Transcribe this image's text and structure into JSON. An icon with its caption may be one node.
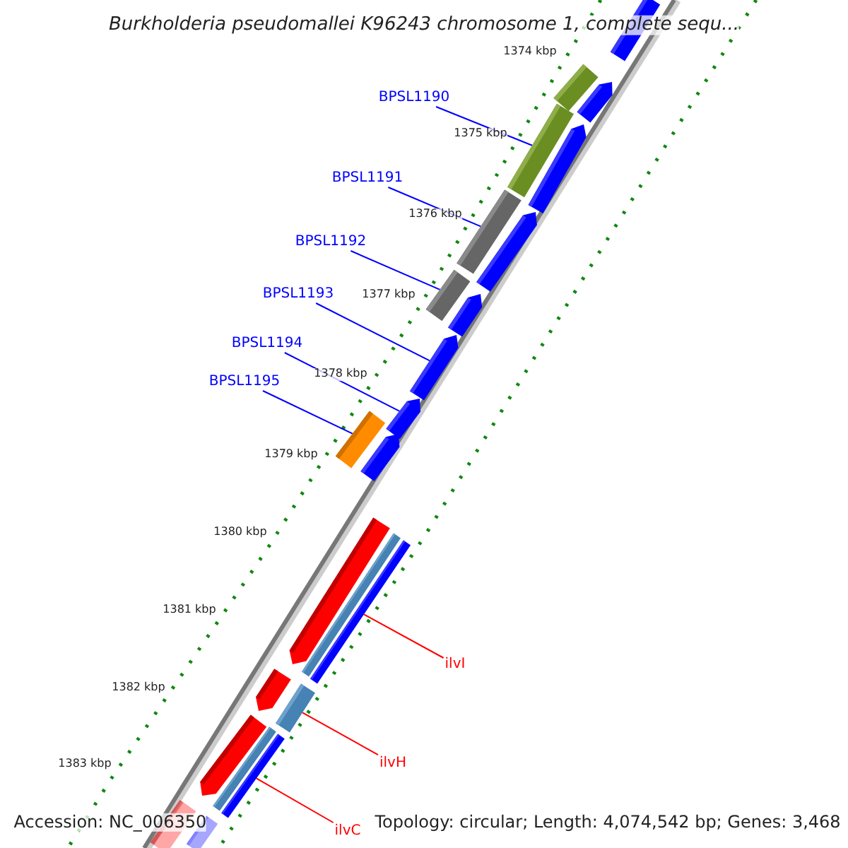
{
  "diagram": {
    "title": "Burkholderia pseudomallei K96243 chromosome 1, complete sequ...",
    "nodes": [
      {
        "text": [
          "BPSL1190"
        ]
      },
      {
        "text": [
          "BPSL1191"
        ]
      },
      {
        "text": [
          "BPSL1192"
        ]
      },
      {
        "text": [
          "BPSL1193"
        ]
      },
      {
        "text": [
          "BPSL1194"
        ]
      },
      {
        "text": [
          "BPSL1195"
        ]
      },
      {
        "text": [
          "ilvI"
        ]
      },
      {
        "text": [
          "ilvH"
        ]
      },
      {
        "text": [
          "ilvC"
        ]
      },
      {
        "text": [],
        "shape": "bar"
      },
      {
        "text": [],
        "shape": "bar"
      },
      {
        "text": [],
        "shape": "bar"
      },
      {
        "text": [],
        "shape": "bar"
      },
      {
        "text": [],
        "shape": "bar"
      },
      {
        "text": [],
        "shape": "bar"
      },
      {
        "text": [],
        "shape": "bar"
      },
      {
        "text": [],
        "shape": "bar"
      },
      {
        "text": [],
        "shape": "bar"
      },
      {
        "text": [],
        "shape": "bar"
      },
      {
        "text": [],
        "shape": "bar"
      },
      {
        "text": [],
        "shape": "bar"
      },
      {
        "text": [],
        "shape": "bar"
      },
      {
        "text": [],
        "shape": "bar"
      },
      {
        "text": [],
        "shape": "bar"
      },
      {
        "text": [],
        "shape": "bar"
      },
      {
        "text": [],
        "shape": "bar"
      },
      {
        "text": [],
        "shape": "bar"
      },
      {
        "text": [],
        "shape": "bar"
      },
      {
        "text": [],
        "shape": "bar"
      },
      {
        "text": [],
        "shape": "bar"
      },
      {
        "text": [],
        "shape": "bar"
      },
      {
        "text": [],
        "shape": "bar"
      }
    ],
    "edges": [
      {
        "from": 0,
        "to": 12,
        "arrow": "none"
      },
      {
        "from": 1,
        "to": 14,
        "arrow": "none"
      },
      {
        "from": 2,
        "to": 16,
        "arrow": "none"
      },
      {
        "from": 3,
        "to": 18,
        "arrow": "none"
      },
      {
        "from": 4,
        "to": 19,
        "arrow": "none"
      },
      {
        "from": 5,
        "to": 20,
        "arrow": "none"
      },
      {
        "from": 6,
        "to": 24,
        "arrow": "none",
        "color": "#ff0000"
      },
      {
        "from": 7,
        "to": 26,
        "arrow": "none",
        "color": "#ff0000"
      },
      {
        "from": 8,
        "to": 29,
        "arrow": "none",
        "color": "#ff0000"
      }
    ],
    "labels": [
      "1374 kbp",
      "1375 kbp",
      "1376 kbp",
      "1377 kbp",
      "1378 kbp",
      "1379 kbp",
      "1380 kbp",
      "1381 kbp",
      "1382 kbp",
      "1383 kbp",
      "Accession: NC_006350",
      "Topology: circular; Length: 4,074,542 bp; Genes: 3,468"
    ]
  }
}
